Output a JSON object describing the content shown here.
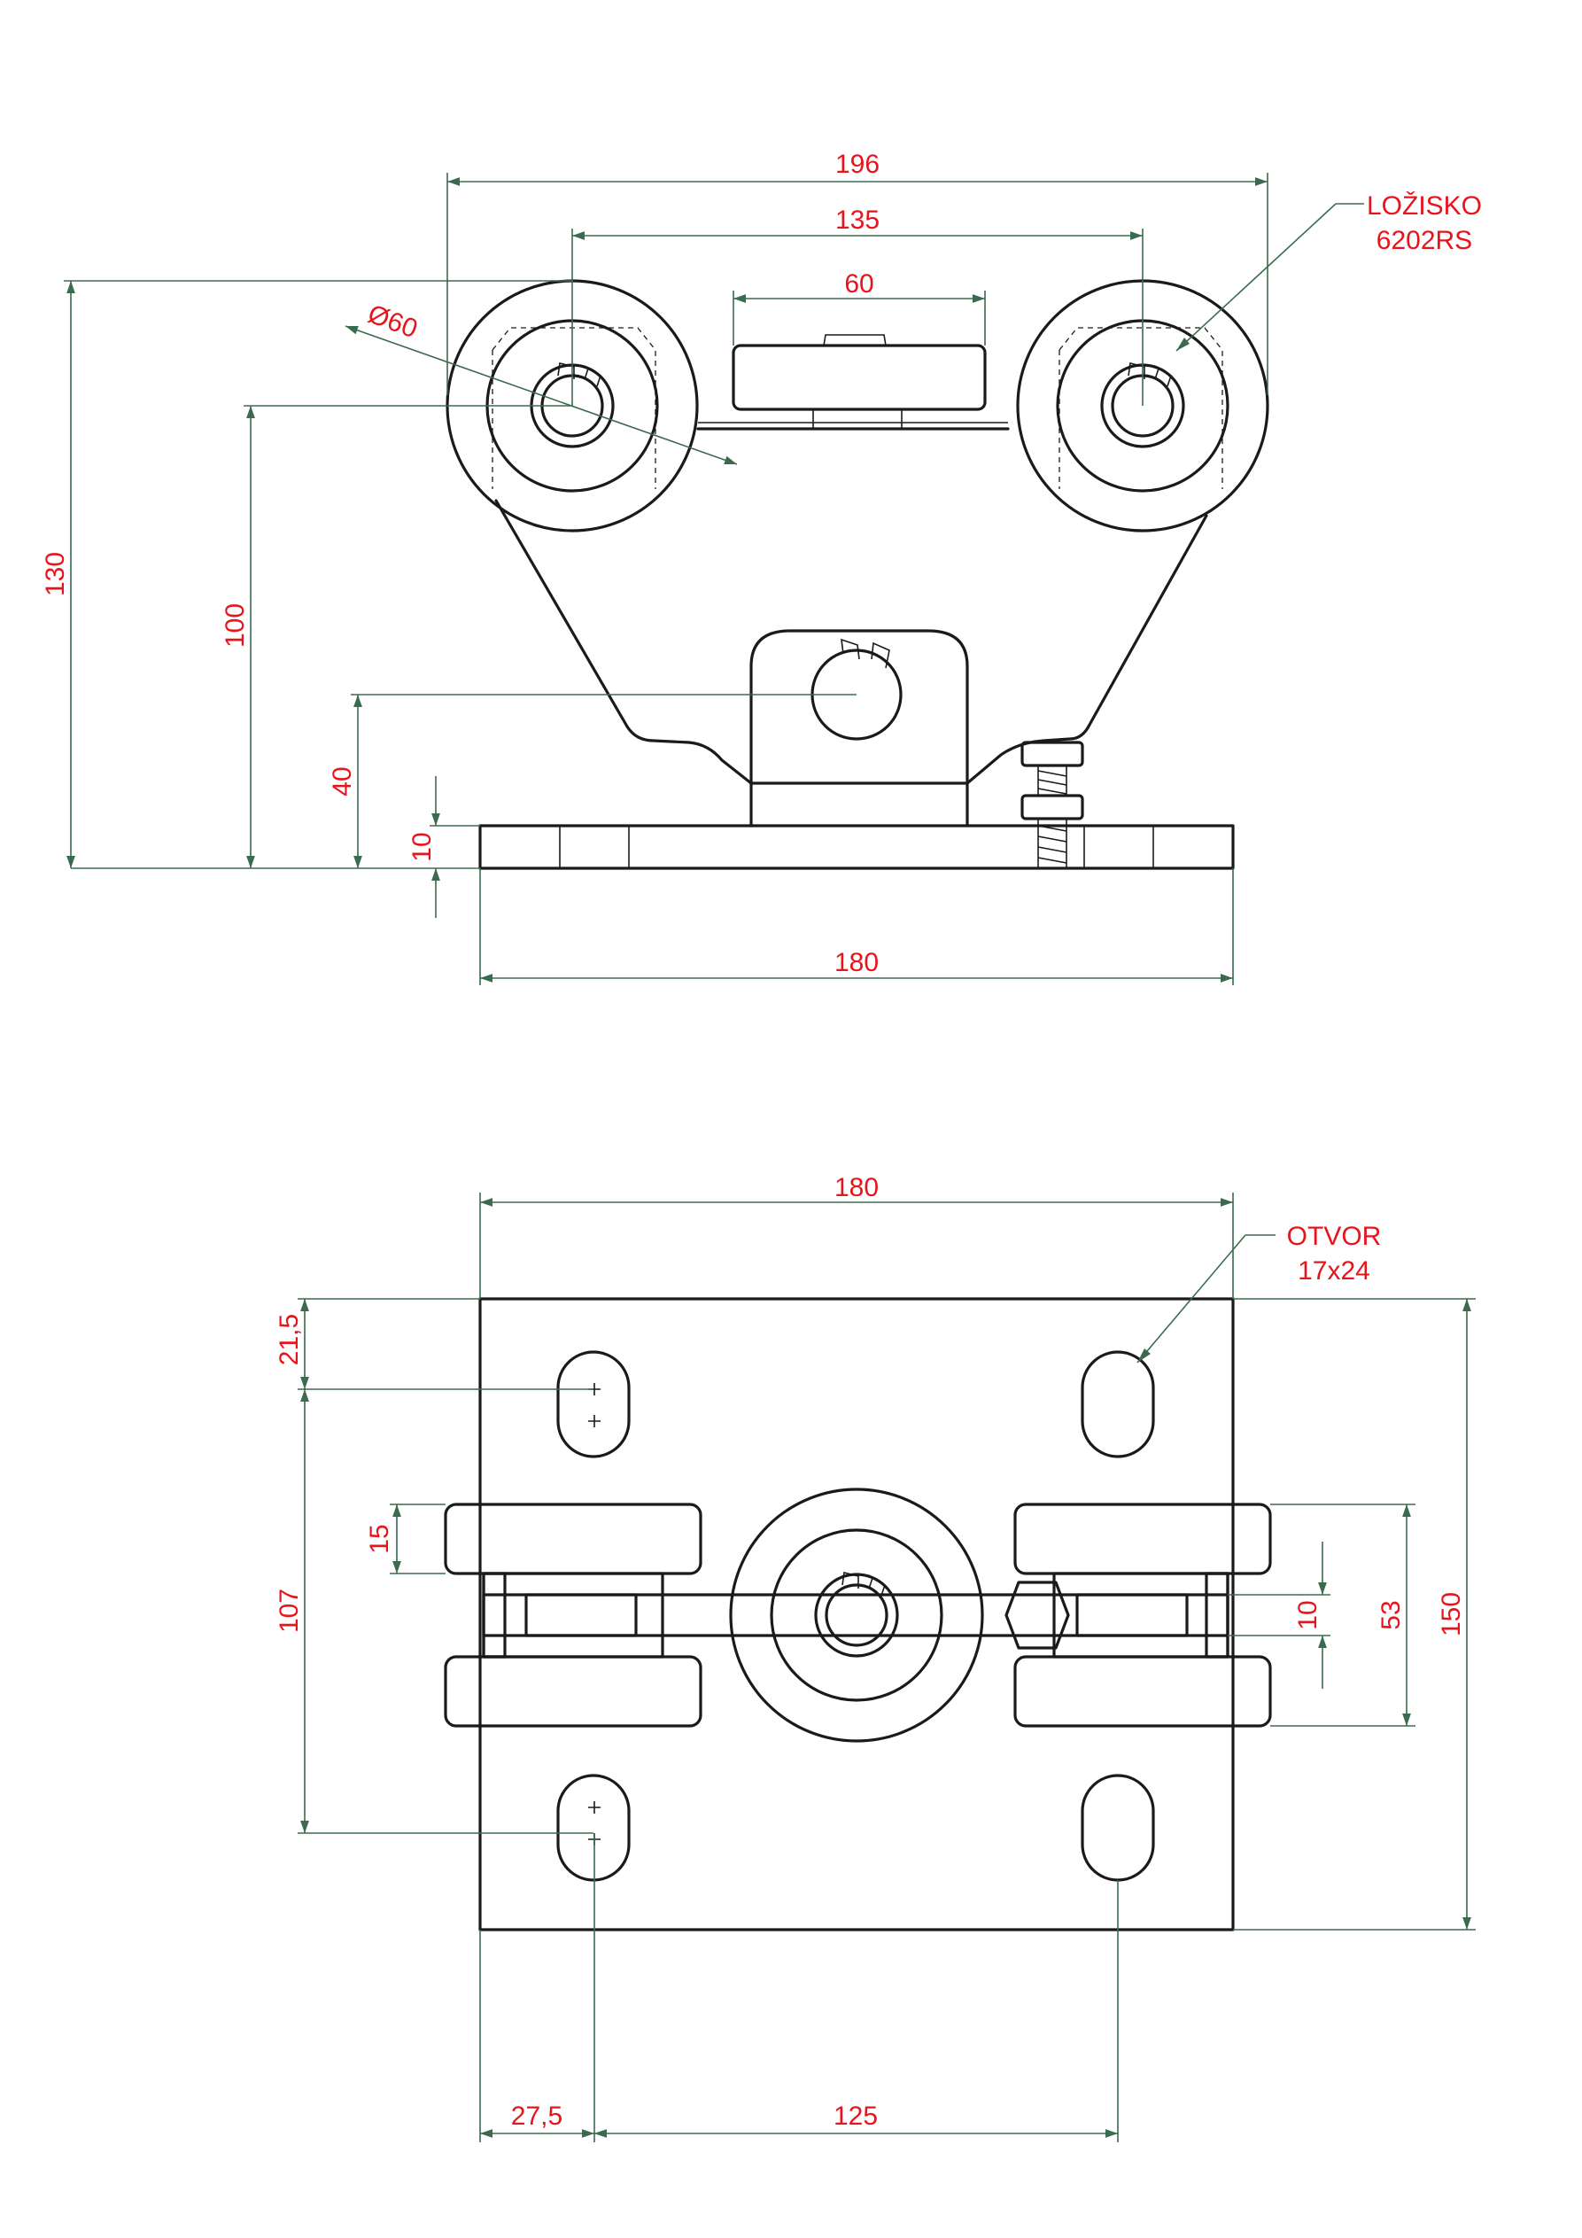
{
  "drawing": {
    "top_view": {
      "dims": {
        "overall_width": "196",
        "wheel_spacing": "135",
        "guide_width": "60",
        "wheel_diameter": "Ø60",
        "total_height": "130",
        "axle_height": "100",
        "pivot_height": "40",
        "plate_thickness": "10",
        "plate_width": "180"
      },
      "callout_bearing": [
        "LOŽISKO",
        "6202RS"
      ]
    },
    "plan_view": {
      "dims": {
        "plate_width": "180",
        "edge_offset_y": "21,5",
        "hole_spacing_y": "107",
        "wheel_width": "15",
        "wheel_gap": "10",
        "wheel_span": "53",
        "plate_depth": "150",
        "edge_offset_x": "27,5",
        "hole_spacing_x": "125"
      },
      "callout_hole": [
        "OTVOR",
        "17x24"
      ]
    },
    "colors": {
      "lines": "#1a1a1a",
      "dimension_lines": "#3b6b4e",
      "dimension_text": "#e8141c",
      "background": "#ffffff"
    }
  }
}
